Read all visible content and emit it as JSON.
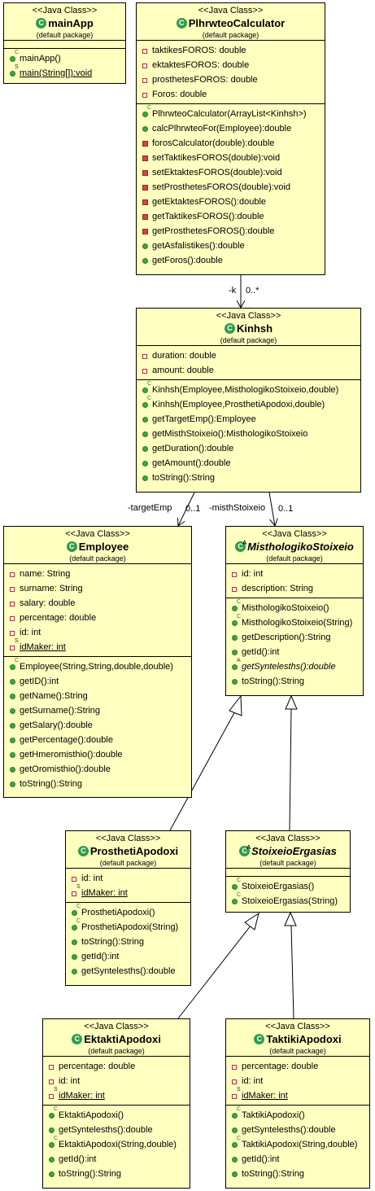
{
  "classes": {
    "mainApp": {
      "stereotype": "<<Java Class>>",
      "name": "mainApp",
      "package": "(default package)",
      "attributes": [],
      "methods": [
        {
          "text": "mainApp()",
          "kind": "ctor"
        },
        {
          "text": "main(String[]):void",
          "kind": "static",
          "underline": true
        }
      ]
    },
    "PlhrwteoCalculator": {
      "stereotype": "<<Java Class>>",
      "name": "PlhrwteoCalculator",
      "package": "(default package)",
      "attributes": [
        {
          "text": "taktikesFOROS: double",
          "kind": "private"
        },
        {
          "text": "ektaktesFOROS: double",
          "kind": "private"
        },
        {
          "text": "prosthetesFOROS: double",
          "kind": "private"
        },
        {
          "text": "Foros: double",
          "kind": "private"
        }
      ],
      "methods": [
        {
          "text": "PlhrwteoCalculator(ArrayList<Kinhsh>)",
          "kind": "ctor"
        },
        {
          "text": "calcPlhrwteoFor(Employee):double",
          "kind": "public"
        },
        {
          "text": "forosCalculator(double):double",
          "kind": "privmethod"
        },
        {
          "text": "setTaktikesFOROS(double):void",
          "kind": "privmethod"
        },
        {
          "text": "setEktaktesFOROS(double):void",
          "kind": "privmethod"
        },
        {
          "text": "setProsthetesFOROS(double):void",
          "kind": "privmethod"
        },
        {
          "text": "getEktaktesFOROS():double",
          "kind": "privmethod"
        },
        {
          "text": "getTaktikesFOROS():double",
          "kind": "privmethod"
        },
        {
          "text": "getProsthetesFOROS():double",
          "kind": "privmethod"
        },
        {
          "text": "getAsfalistikes():double",
          "kind": "public"
        },
        {
          "text": "getForos():double",
          "kind": "public"
        }
      ]
    },
    "Kinhsh": {
      "stereotype": "<<Java Class>>",
      "name": "Kinhsh",
      "package": "(default package)",
      "attributes": [
        {
          "text": "duration: double",
          "kind": "private"
        },
        {
          "text": "amount: double",
          "kind": "private"
        }
      ],
      "methods": [
        {
          "text": "Kinhsh(Employee,MisthologikoStoixeio,double)",
          "kind": "ctor"
        },
        {
          "text": "Kinhsh(Employee,ProsthetiApodoxi,double)",
          "kind": "ctor"
        },
        {
          "text": "getTargetEmp():Employee",
          "kind": "public"
        },
        {
          "text": "getMisthStoixeio():MisthologikoStoixeio",
          "kind": "public"
        },
        {
          "text": "getDuration():double",
          "kind": "public"
        },
        {
          "text": "getAmount():double",
          "kind": "public"
        },
        {
          "text": "toString():String",
          "kind": "public"
        }
      ]
    },
    "Employee": {
      "stereotype": "<<Java Class>>",
      "name": "Employee",
      "package": "(default package)",
      "attributes": [
        {
          "text": "name: String",
          "kind": "private"
        },
        {
          "text": "surname: String",
          "kind": "private"
        },
        {
          "text": "salary: double",
          "kind": "private"
        },
        {
          "text": "percentage: double",
          "kind": "private"
        },
        {
          "text": "id: int",
          "kind": "private"
        },
        {
          "text": "idMaker: int",
          "kind": "privstatic",
          "underline": true
        }
      ],
      "methods": [
        {
          "text": "Employee(String,String,double,double)",
          "kind": "ctor"
        },
        {
          "text": "getID():int",
          "kind": "public"
        },
        {
          "text": "getName():String",
          "kind": "public"
        },
        {
          "text": "getSurname():String",
          "kind": "public"
        },
        {
          "text": "getSalary():double",
          "kind": "public"
        },
        {
          "text": "getPercentage():double",
          "kind": "public"
        },
        {
          "text": "getHmeromisthio():double",
          "kind": "public"
        },
        {
          "text": "getOromisthio():double",
          "kind": "public"
        },
        {
          "text": "toString():String",
          "kind": "public"
        }
      ]
    },
    "MisthologikoStoixeio": {
      "stereotype": "<<Java Class>>",
      "name": "MisthologikoStoixeio",
      "package": "(default package)",
      "abstract": true,
      "attributes": [
        {
          "text": "id: int",
          "kind": "private"
        },
        {
          "text": "description: String",
          "kind": "private"
        }
      ],
      "methods": [
        {
          "text": "MisthologikoStoixeio()",
          "kind": "ctor"
        },
        {
          "text": "MisthologikoStoixeio(String)",
          "kind": "ctor"
        },
        {
          "text": "getDescription():String",
          "kind": "public"
        },
        {
          "text": "getId():int",
          "kind": "public"
        },
        {
          "text": "getSyntelesths():double",
          "kind": "abstract",
          "italic": true
        },
        {
          "text": "toString():String",
          "kind": "public"
        }
      ]
    },
    "ProsthetiApodoxi": {
      "stereotype": "<<Java Class>>",
      "name": "ProsthetiApodoxi",
      "package": "(default package)",
      "attributes": [
        {
          "text": "id: int",
          "kind": "private"
        },
        {
          "text": "idMaker: int",
          "kind": "privstatic",
          "underline": true
        }
      ],
      "methods": [
        {
          "text": "ProsthetiApodoxi()",
          "kind": "ctor"
        },
        {
          "text": "ProsthetiApodoxi(String)",
          "kind": "ctor"
        },
        {
          "text": "toString():String",
          "kind": "public"
        },
        {
          "text": "getId():int",
          "kind": "public"
        },
        {
          "text": "getSyntelesths():double",
          "kind": "public"
        }
      ]
    },
    "StoixeioErgasias": {
      "stereotype": "<<Java Class>>",
      "name": "StoixeioErgasias",
      "package": "(default package)",
      "abstract": true,
      "attributes": [],
      "methods": [
        {
          "text": "StoixeioErgasias()",
          "kind": "ctor"
        },
        {
          "text": "StoixeioErgasias(String)",
          "kind": "ctor"
        }
      ]
    },
    "EktaktiApodoxi": {
      "stereotype": "<<Java Class>>",
      "name": "EktaktiApodoxi",
      "package": "(default package)",
      "attributes": [
        {
          "text": "percentage: double",
          "kind": "private"
        },
        {
          "text": "id: int",
          "kind": "private"
        },
        {
          "text": "idMaker: int",
          "kind": "privstatic",
          "underline": true
        }
      ],
      "methods": [
        {
          "text": "EktaktiApodoxi()",
          "kind": "ctor"
        },
        {
          "text": "getSyntelesths():double",
          "kind": "public"
        },
        {
          "text": "EktaktiApodoxi(String,double)",
          "kind": "ctor"
        },
        {
          "text": "getId():int",
          "kind": "public"
        },
        {
          "text": "toString():String",
          "kind": "public"
        }
      ]
    },
    "TaktikiApodoxi": {
      "stereotype": "<<Java Class>>",
      "name": "TaktikiApodoxi",
      "package": "(default package)",
      "attributes": [
        {
          "text": "percentage: double",
          "kind": "private"
        },
        {
          "text": "id: int",
          "kind": "private"
        },
        {
          "text": "idMaker: int",
          "kind": "privstatic",
          "underline": true
        }
      ],
      "methods": [
        {
          "text": "TaktikiApodoxi()",
          "kind": "ctor"
        },
        {
          "text": "getSyntelesths():double",
          "kind": "public"
        },
        {
          "text": "TaktikiApodoxi(String,double)",
          "kind": "ctor"
        },
        {
          "text": "getId():int",
          "kind": "public"
        },
        {
          "text": "toString():String",
          "kind": "public"
        }
      ]
    }
  },
  "associations": {
    "k_role": "-k",
    "k_multiplicity": "0..*",
    "targetEmp_role": "-targetEmp",
    "targetEmp_multiplicity": "0..1",
    "misthStoixeio_role": "-misthStoixeio",
    "misthStoixeio_multiplicity": "0..1"
  },
  "markers": {
    "class_icon": "C",
    "ctor_marker": "C",
    "static_marker": "S",
    "abstract_marker": "A"
  },
  "colors": {
    "class_fill": "#ffffc0",
    "public_icon": "#3ea542",
    "private_icon": "#c02828",
    "class_icon": "#2f9d4a"
  }
}
